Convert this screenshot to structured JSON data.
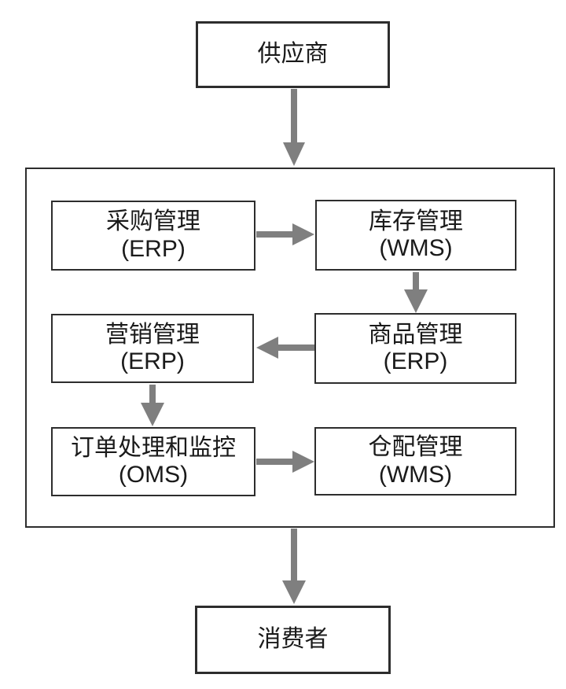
{
  "diagram": {
    "type": "flowchart",
    "nodes": {
      "supplier": {
        "label": "供应商"
      },
      "purchasing": {
        "name": "采购管理",
        "system": "(ERP)"
      },
      "inventory": {
        "name": "库存管理",
        "system": "(WMS)"
      },
      "marketing": {
        "name": "营销管理",
        "system": "(ERP)"
      },
      "products": {
        "name": "商品管理",
        "system": "(ERP)"
      },
      "orders": {
        "name": "订单处理和监控",
        "system": "(OMS)"
      },
      "warehouse": {
        "name": "仓配管理",
        "system": "(WMS)"
      },
      "consumer": {
        "label": "消费者"
      }
    },
    "edges": [
      {
        "from": "supplier",
        "to": "system-container",
        "direction": "down"
      },
      {
        "from": "purchasing",
        "to": "inventory",
        "direction": "right"
      },
      {
        "from": "inventory",
        "to": "products",
        "direction": "down"
      },
      {
        "from": "products",
        "to": "marketing",
        "direction": "left"
      },
      {
        "from": "marketing",
        "to": "orders",
        "direction": "down"
      },
      {
        "from": "orders",
        "to": "warehouse",
        "direction": "right"
      },
      {
        "from": "system-container",
        "to": "consumer",
        "direction": "down"
      }
    ]
  },
  "colors": {
    "arrow": "#7f7f7f",
    "border": "#2d2d2d",
    "text": "#1a1a1a",
    "background": "#ffffff"
  }
}
